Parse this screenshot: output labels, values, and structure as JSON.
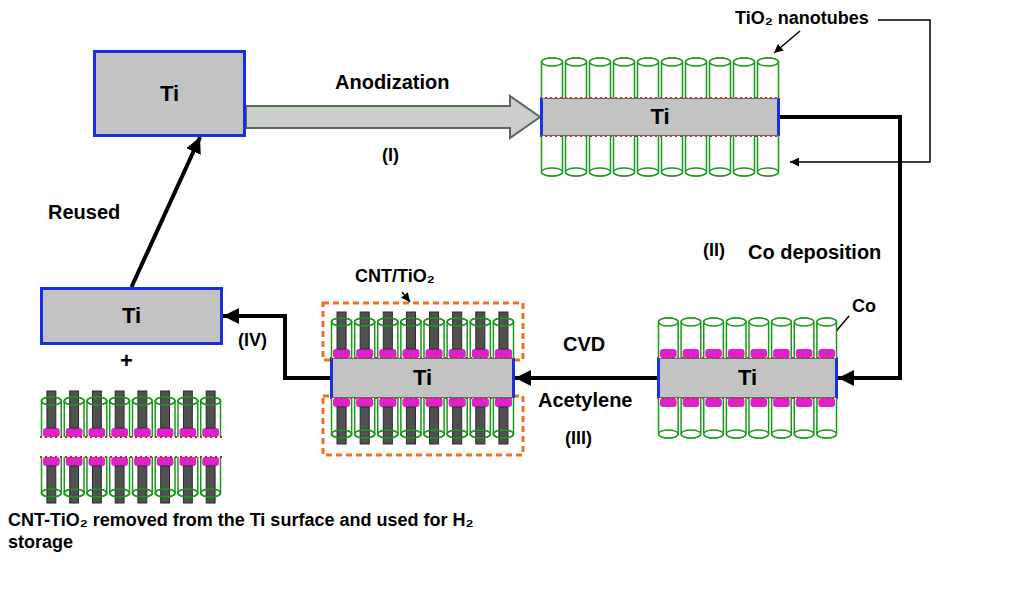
{
  "diagram": {
    "nodes": [
      {
        "text": [
          "Ti"
        ]
      },
      {
        "text": [
          "Ti"
        ]
      },
      {
        "text": [
          "Ti"
        ]
      },
      {
        "text": [
          "Ti"
        ]
      },
      {
        "text": [
          "Ti"
        ]
      }
    ],
    "edges": [
      {
        "from": 0,
        "to": 1,
        "label": "Anodization",
        "arrow": "to"
      },
      {
        "from": 1,
        "to": 2,
        "label": "Co deposition",
        "arrow": "to"
      },
      {
        "from": 2,
        "to": 3,
        "label": "CVD",
        "arrow": "to"
      },
      {
        "from": 3,
        "to": 4,
        "arrow": "to"
      },
      {
        "from": 4,
        "to": 0,
        "label": "Reused",
        "arrow": "to"
      }
    ],
    "labels": [
      "TiO₂ nanotubes",
      "(I)",
      "(II)",
      "Co",
      "CNT/TiO₂",
      "Acetylene",
      "(III)",
      "(IV)",
      "+",
      "CNT-TiO₂ removed from the Ti surface and used for H₂ storage"
    ]
  }
}
